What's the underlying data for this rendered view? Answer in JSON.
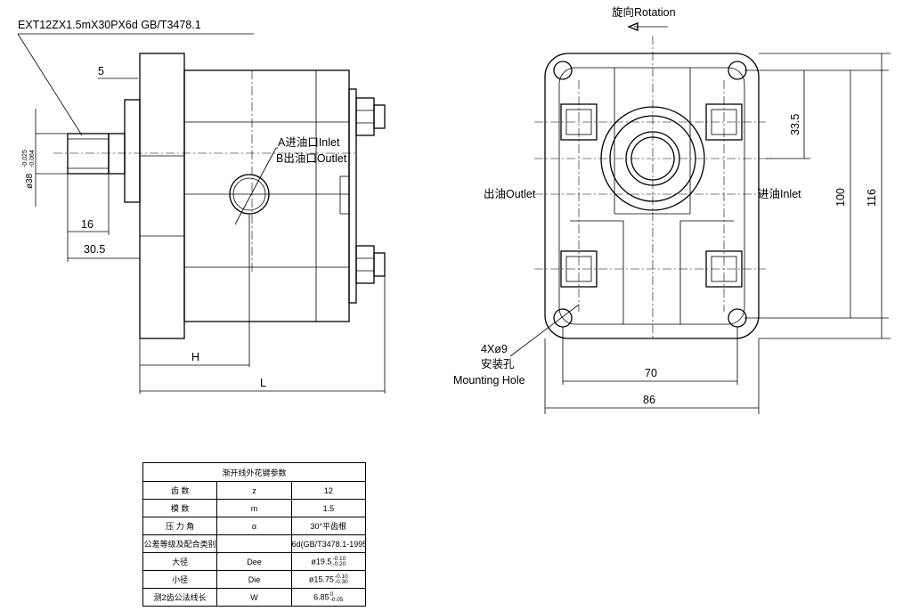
{
  "side_view": {
    "thread_callout": "EXT12ZX1.5mX30PX6d  GB/T3478.1",
    "dim_flange_thickness": "5",
    "dim_shaft_dia": "ø38",
    "dim_shaft_dia_tol_upper": "-0.025",
    "dim_shaft_dia_tol_lower": "-0.064",
    "dim_spline_length": "16",
    "dim_shaft_length": "30.5",
    "port_a_label": "A进油口Inlet",
    "port_b_label": "B出油口Outlet",
    "dim_h": "H",
    "dim_l": "L"
  },
  "front_view": {
    "rotation_label": "旋向Rotation",
    "outlet_label": "出油Outlet",
    "inlet_label": "进油Inlet",
    "dim_33_5": "33.5",
    "dim_100": "100",
    "dim_116": "116",
    "dim_70": "70",
    "dim_86": "86",
    "hole_spec": "4Xø9",
    "hole_cn": "安装孔",
    "hole_en": "Mounting Hole"
  },
  "spline_table": {
    "title": "渐开线外花键参数",
    "rows": [
      {
        "name": "齿  数",
        "symbol": "z",
        "value": "12"
      },
      {
        "name": "模  数",
        "symbol": "m",
        "value": "1.5"
      },
      {
        "name": "压 力 角",
        "symbol": "α",
        "value": "30°平齿根"
      },
      {
        "name": "公差等级及配合类别",
        "symbol": "",
        "value": "6d(GB/T3478.1-1995)"
      },
      {
        "name": "大径",
        "symbol": "Dee",
        "value": "ø19.5",
        "tol_upper": "-0.10",
        "tol_lower": "-0.20"
      },
      {
        "name": "小径",
        "symbol": "Die",
        "value": "ø15.75",
        "tol_upper": "-0.10",
        "tol_lower": "-0.30"
      },
      {
        "name": "测2齿公法线长",
        "symbol": "W",
        "value": "6.85",
        "tol_upper": "0",
        "tol_lower": "-0.05"
      }
    ]
  }
}
